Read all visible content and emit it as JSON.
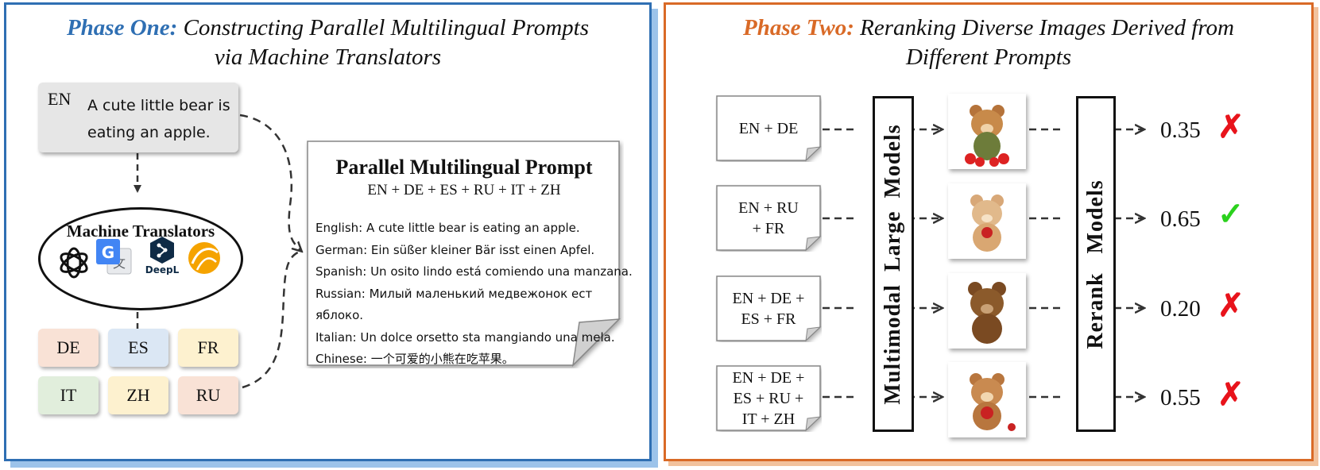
{
  "phase1": {
    "title_lead": "Phase One:",
    "title_line1": "Constructing Parallel Multilingual Prompts",
    "title_line2": "via Machine Translators",
    "en_tag": "EN",
    "en_text": "A cute little bear is eating an apple.",
    "mt_label": "Machine Translators",
    "logos": [
      "chatgpt-logo-icon",
      "google-translate-icon",
      "deepl-logo-icon",
      "translator-orange-icon"
    ],
    "deepl_text": "DeepL",
    "languages": [
      {
        "code": "DE",
        "color": "#f9e2d6"
      },
      {
        "code": "ES",
        "color": "#dbe7f4"
      },
      {
        "code": "FR",
        "color": "#fdf1cf"
      },
      {
        "code": "IT",
        "color": "#e1eedc"
      },
      {
        "code": "ZH",
        "color": "#fdf1cf"
      },
      {
        "code": "RU",
        "color": "#f9e2d6"
      }
    ],
    "doc": {
      "heading": "Parallel Multilingual Prompt",
      "subheading": "EN + DE + ES + RU + IT + ZH",
      "lines": [
        {
          "lang": "English:",
          "text": "A cute little bear is eating an apple."
        },
        {
          "lang": "German:",
          "text": "Ein süßer kleiner Bär isst einen Apfel."
        },
        {
          "lang": "Spanish:",
          "text": "Un osito lindo está comiendo una manzana."
        },
        {
          "lang": "Russian:",
          "text": "Милый маленький медвежонок ест"
        },
        {
          "lang": "",
          "text": "яблоко."
        },
        {
          "lang": "Italian:",
          "text": "Un dolce orsetto sta mangiando una mela."
        },
        {
          "lang": "Chinese:",
          "text": "一个可爱的小熊在吃苹果。"
        }
      ]
    }
  },
  "phase2": {
    "title_lead": "Phase Two:",
    "title_line1": "Reranking Diverse Images Derived from",
    "title_line2": "Different Prompts",
    "mllm_label": "Multimodal  Large  Models",
    "rerank_label": "Rerank   Models",
    "rows": [
      {
        "prompt": [
          "EN + DE"
        ],
        "score": "0.35",
        "mark": "✗",
        "mark_color": "#e8131b"
      },
      {
        "prompt": [
          "EN + RU",
          "+ FR"
        ],
        "score": "0.65",
        "mark": "✓",
        "mark_color": "#2bd11d"
      },
      {
        "prompt": [
          "EN + DE +",
          "ES + FR"
        ],
        "score": "0.20",
        "mark": "✗",
        "mark_color": "#e8131b"
      },
      {
        "prompt": [
          "EN + DE +",
          "ES + RU +",
          "IT + ZH"
        ],
        "score": "0.55",
        "mark": "✗",
        "mark_color": "#e8131b"
      }
    ],
    "image_icons": [
      "bear-image-1",
      "bear-image-2",
      "bear-image-3",
      "bear-image-4"
    ]
  },
  "colors": {
    "phase1_accent": "#2f6fb3",
    "phase2_accent": "#d96a27",
    "check": "#2bd11d",
    "cross": "#e8131b"
  }
}
